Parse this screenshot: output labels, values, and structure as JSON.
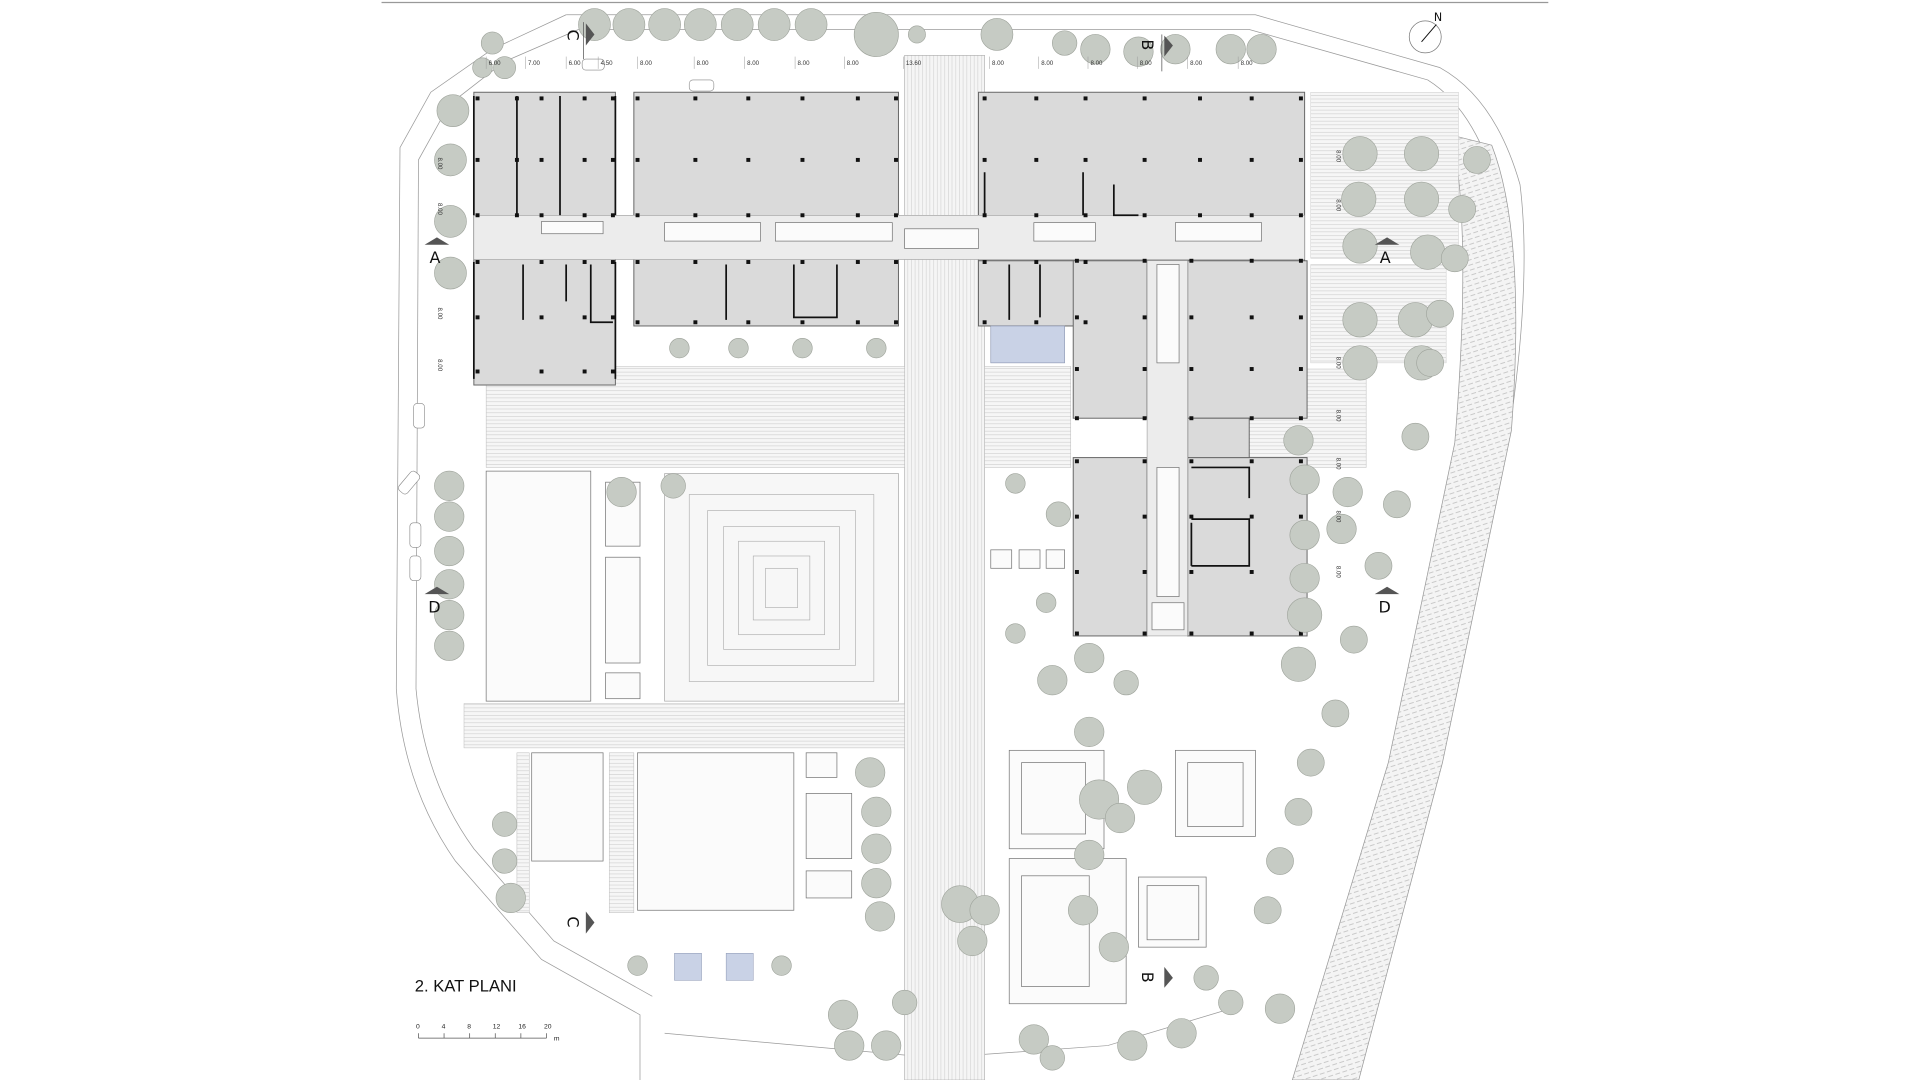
{
  "drawing": {
    "title": "2. KAT PLANI",
    "north_label": "N",
    "section_markers": {
      "a": "A",
      "b": "B",
      "c": "C",
      "d": "D"
    },
    "top_dimensions": [
      "6.00",
      "7.00",
      "6.00",
      "4.50",
      "8.00",
      "8.00",
      "8.00",
      "8.00",
      "8.00",
      "13.60",
      "8.00",
      "8.00",
      "8.00",
      "8.00",
      "8.00",
      "8.00"
    ],
    "left_dimensions": [
      "8.00",
      "8.00",
      "8.00",
      "8.00"
    ],
    "right_dimensions": [
      "8.00",
      "8.00",
      "8.00",
      "8.00",
      "8.00",
      "8.00",
      "8.00"
    ],
    "scale_bar": {
      "ticks": [
        "0",
        "4",
        "8",
        "12",
        "16",
        "20"
      ],
      "unit": "m"
    }
  },
  "colors": {
    "tree": "#c6cbc4",
    "floor": "#dadada",
    "corridor": "#ececec",
    "walls": "#111111",
    "accent": "#d9302a",
    "pool": "#c9d2e6"
  }
}
